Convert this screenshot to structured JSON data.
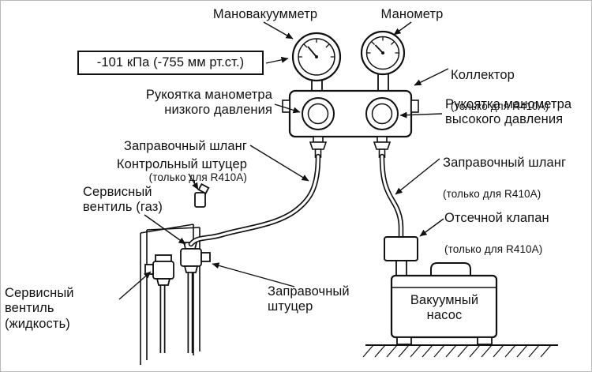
{
  "diagram": {
    "background": "#ffffff",
    "line_color": "#111111",
    "labels": {
      "manovacuummeter": "Мановакуумметр",
      "manometer": "Манометр",
      "pressure_reading": "-101 кПа (-755 мм рт.ст.)",
      "collector": "Коллектор",
      "collector_note": "(только для R410A)",
      "low_pressure_handle": "Рукоятка манометра\nнизкого давления",
      "high_pressure_handle": "Рукоятка манометра\nвысокого давления",
      "charging_hose_left": "Заправочный шланг",
      "charging_hose_left_note": "(только для R410A)",
      "control_fitting": "Контрольный штуцер",
      "service_valve_gas": "Сервисный\nвентиль (газ)",
      "charging_hose_right": "Заправочный шланг",
      "charging_hose_right_note": "(только для R410A)",
      "shutoff_valve": "Отсечной клапан",
      "shutoff_valve_note": "(только для R410A)",
      "service_valve_liquid": "Сервисный вентиль\n(жидкость)",
      "charging_fitting": "Заправочный\nштуцер",
      "vacuum_pump": "Вакуумный\nнасос"
    }
  }
}
